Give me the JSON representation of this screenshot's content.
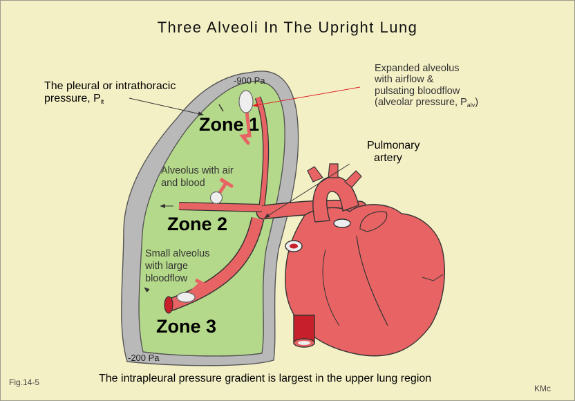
{
  "title": "Three Alveoli In The Upright Lung",
  "labels": {
    "pleural_line1": "The pleural or intrathoracic",
    "pleural_line2_main": "pressure, P",
    "pleural_line2_sub": "it",
    "top_pressure": "-900 Pa",
    "bottom_pressure": "-200 Pa",
    "expanded_line1": "Expanded alveolus",
    "expanded_line2": "with airflow  &",
    "expanded_line3": "pulsating bloodflow",
    "expanded_line4_main": "(alveolar pressure, P",
    "expanded_line4_sub": "alv",
    "expanded_line4_end": ")",
    "pulmonary_line1": "Pulmonary",
    "pulmonary_line2": "artery",
    "mid_alveolus_line1": "Alveolus with air",
    "mid_alveolus_line2": "and blood",
    "small_alveolus_line1": "Small alveolus",
    "small_alveolus_line2": "with large",
    "small_alveolus_line3": "bloodflow"
  },
  "zones": [
    "Zone 1",
    "Zone 2",
    "Zone 3"
  ],
  "caption": "The intrapleural pressure gradient is largest in the upper lung region",
  "figure_number": "Fig.14-5",
  "author": "KMc",
  "colors": {
    "background": "#f4f0c6",
    "pleura": "#b9b9b9",
    "lung": "#b5d98a",
    "vessel": "#e86464",
    "heart": "#e86464",
    "aorta_dark": "#c8202a",
    "alveolus": "#eeeeee"
  }
}
